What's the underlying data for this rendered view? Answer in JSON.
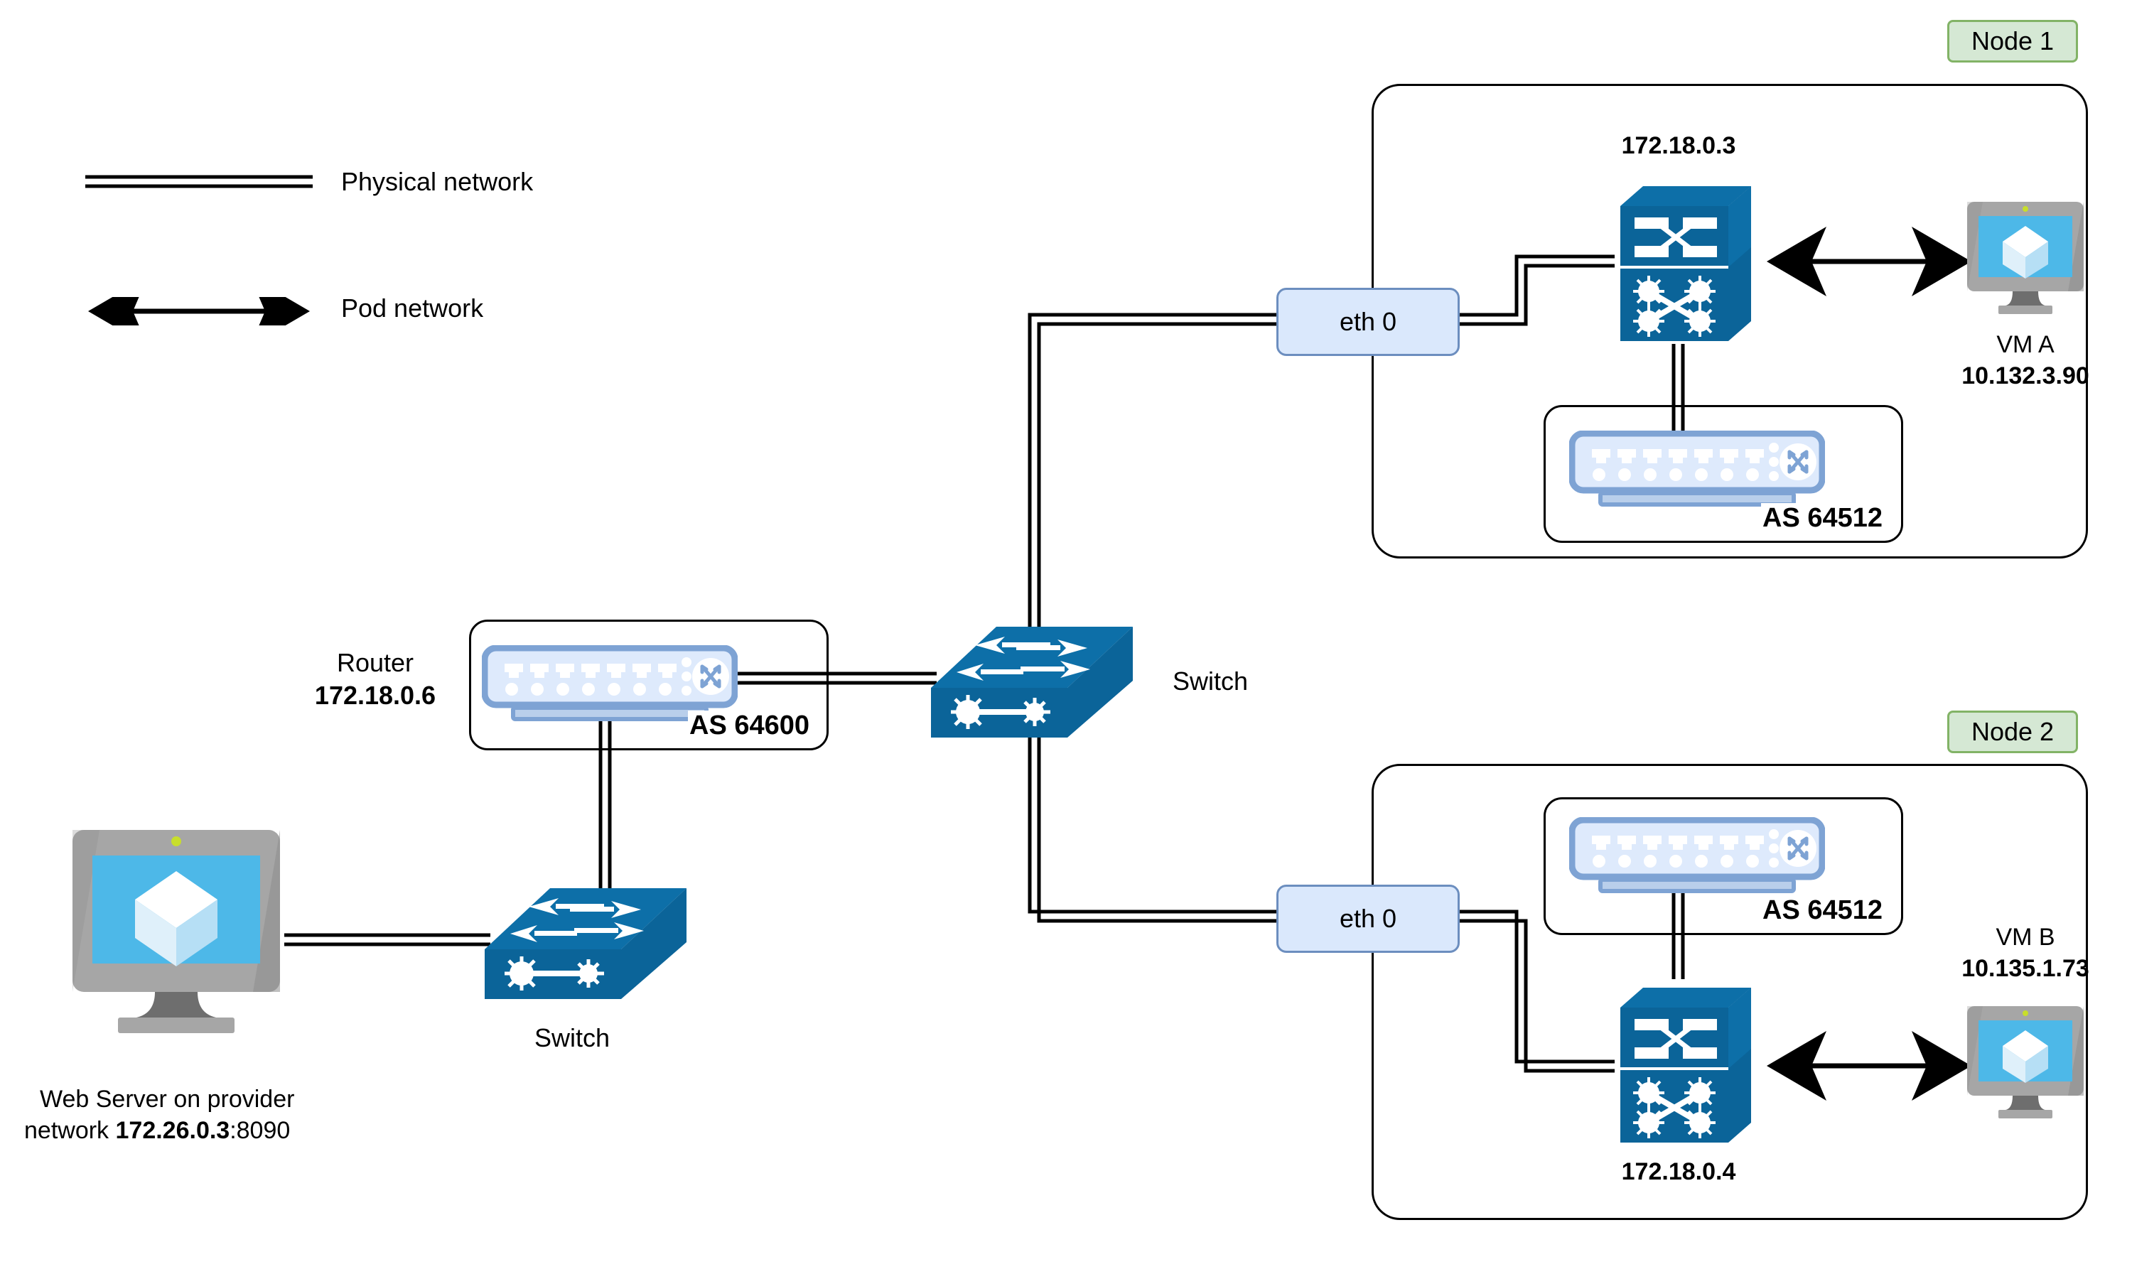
{
  "legend": {
    "items": [
      {
        "label": "Physical network",
        "style": "double-line",
        "icon": "double-line-icon"
      },
      {
        "label": "Pod network",
        "style": "double-arrow",
        "icon": "double-arrow-icon"
      }
    ]
  },
  "nodes": [
    {
      "badge": "Node 1",
      "switch_ip": "172.18.0.3",
      "switch_icon": "multilayer-switch-icon",
      "router_icon": "router-icon",
      "as_label": "AS 64512",
      "vm_name": "VM A",
      "vm_ip": "10.132.3.90",
      "vm_icon": "vm-monitor-icon",
      "interface": "eth 0"
    },
    {
      "badge": "Node 2",
      "switch_ip": "172.18.0.4",
      "switch_icon": "multilayer-switch-icon",
      "router_icon": "router-icon",
      "as_label": "AS 64512",
      "vm_name": "VM B",
      "vm_ip": "10.135.1.73",
      "vm_icon": "vm-monitor-icon",
      "interface": "eth 0"
    }
  ],
  "router": {
    "name": "Router",
    "ip": "172.18.0.6",
    "as_label": "AS 64600",
    "icon": "router-icon"
  },
  "switches": [
    {
      "label": "Switch",
      "icon": "switch-icon",
      "position": "center"
    },
    {
      "label": "Switch",
      "icon": "switch-icon",
      "position": "bottom-left"
    }
  ],
  "web_server": {
    "line1": "Web Server on provider",
    "line2_prefix": "network ",
    "line2_ip": "172.26.0.3",
    "line2_port": ":8090",
    "icon": "server-monitor-icon"
  },
  "colors": {
    "node_badge_fill": "#d5e8d4",
    "node_badge_stroke": "#82b366",
    "eth_fill": "#dae8fc",
    "eth_stroke": "#6c8ebf",
    "switch_dark_blue": "#0b6499",
    "switch_top_blue": "#0d6fa8",
    "router_light": "#deeafc",
    "router_border": "#7ea3d4",
    "vm_screen": "#4db8e8",
    "monitor_bezel": "#a6a6a6",
    "line": "#000000"
  }
}
